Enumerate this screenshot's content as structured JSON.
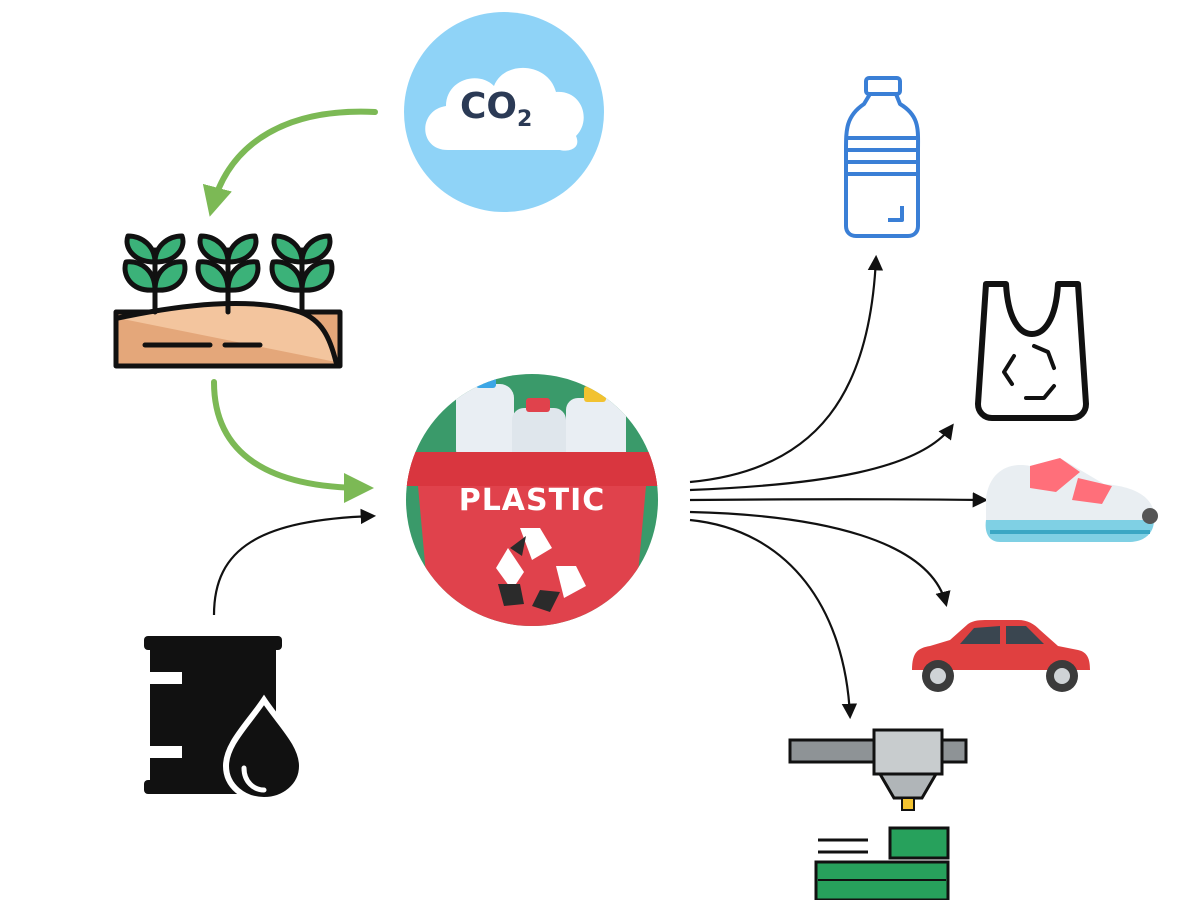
{
  "co2": {
    "label_main": "CO",
    "label_sub": "2"
  },
  "center": {
    "label": "PLASTIC"
  },
  "colors": {
    "bio_arrow": "#7cb955",
    "fossil_arrow": "#111111",
    "co2_circle": "#8fd3f7",
    "bin_red": "#e0424c",
    "bin_green": "#3a9a6a",
    "soil": "#e4a77a",
    "leaf": "#3bb279"
  },
  "nodes": [
    {
      "id": "co2",
      "icon": "co2-cloud-icon"
    },
    {
      "id": "plants",
      "icon": "seedling-crop-icon"
    },
    {
      "id": "oil",
      "icon": "oil-barrel-icon"
    },
    {
      "id": "plastic",
      "icon": "plastic-recycling-bin-icon"
    },
    {
      "id": "bottle",
      "icon": "plastic-bottle-icon"
    },
    {
      "id": "bag",
      "icon": "recyclable-bag-icon"
    },
    {
      "id": "shoe",
      "icon": "sneaker-icon"
    },
    {
      "id": "car",
      "icon": "car-icon"
    },
    {
      "id": "printer",
      "icon": "3d-printer-icon"
    }
  ],
  "edges": [
    {
      "from": "co2",
      "to": "plants"
    },
    {
      "from": "plants",
      "to": "plastic"
    },
    {
      "from": "oil",
      "to": "plastic"
    },
    {
      "from": "plastic",
      "to": "bottle"
    },
    {
      "from": "plastic",
      "to": "bag"
    },
    {
      "from": "plastic",
      "to": "shoe"
    },
    {
      "from": "plastic",
      "to": "car"
    },
    {
      "from": "plastic",
      "to": "printer"
    }
  ]
}
